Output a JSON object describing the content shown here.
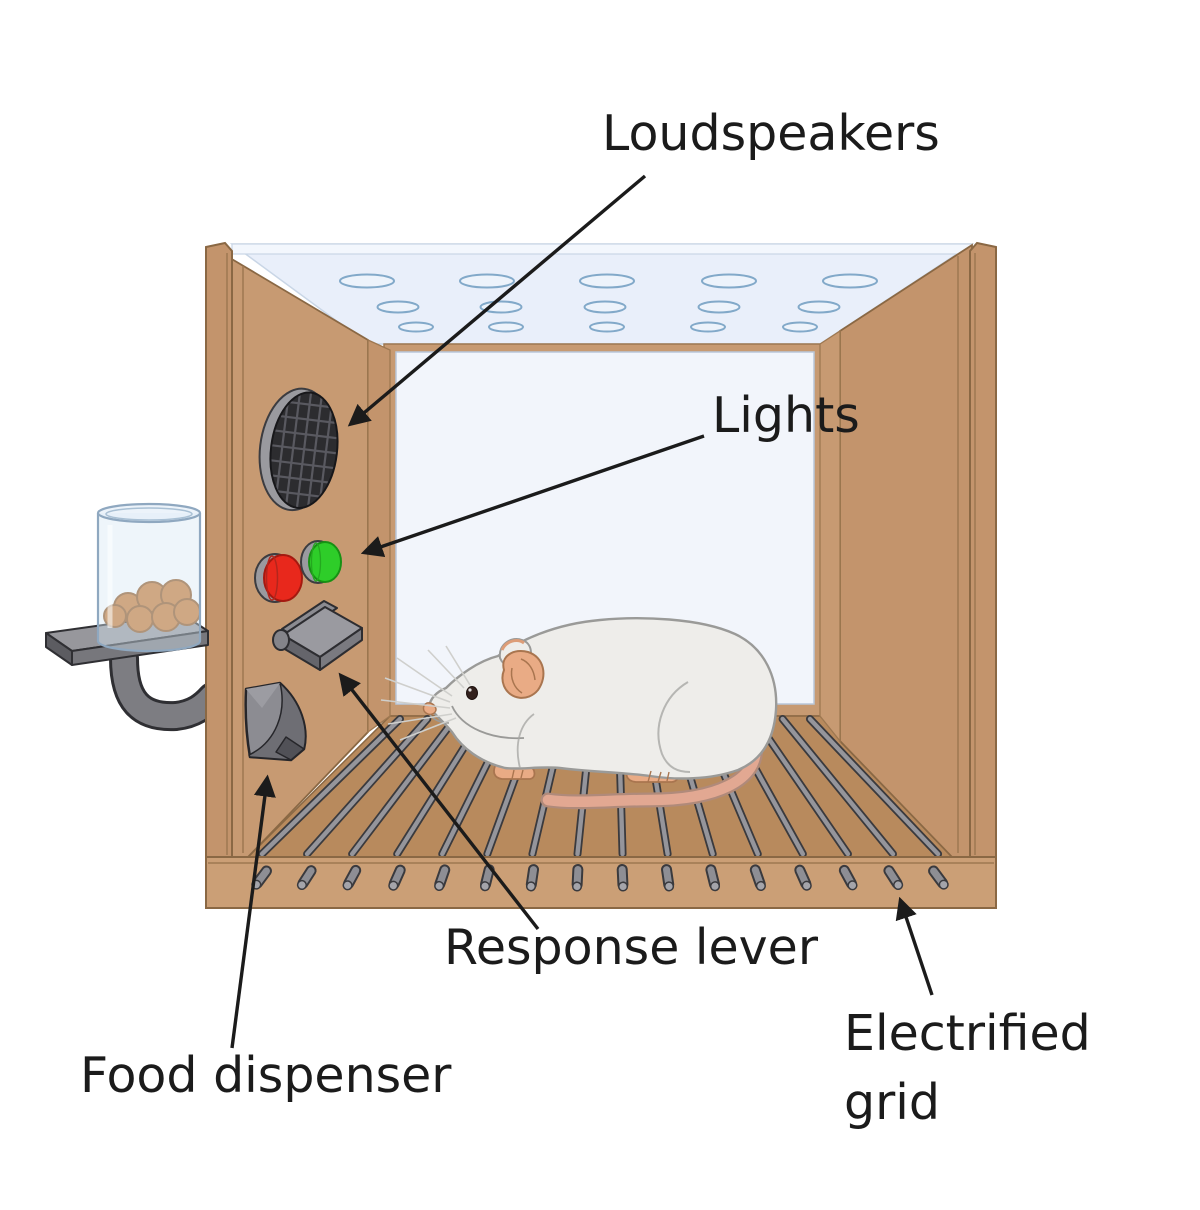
{
  "diagram": {
    "labels": {
      "loudspeakers": "Loudspeakers",
      "lights": "Lights",
      "response_lever": "Response lever",
      "food_dispenser": "Food dispenser",
      "electrified_line1": "Electrified",
      "electrified_line2": "grid"
    },
    "scene": {
      "grid_rod_count": 16,
      "rod_end_count": 16,
      "ceiling_hole_rows": 3,
      "ceiling_holes_per_row": 5,
      "pellet_count": 7,
      "light_colors": [
        "red",
        "green"
      ]
    },
    "colors": {
      "wood": "#c79a72",
      "wood_dark": "#c3946c",
      "wood_light": "#cb9f76",
      "floor": "#b88a5d",
      "ceiling": "#e9effa",
      "back_wall": "#f2f5fb",
      "metal_gray": "#8f8f95",
      "speaker_black": "#2c2c2f",
      "red_light": "#e8281c",
      "green_light": "#2ecd29",
      "pellet_orange": "#ca7a35",
      "rat_white": "#eeedea",
      "pink": "#e9ab85",
      "text": "#1b1b1b"
    }
  }
}
